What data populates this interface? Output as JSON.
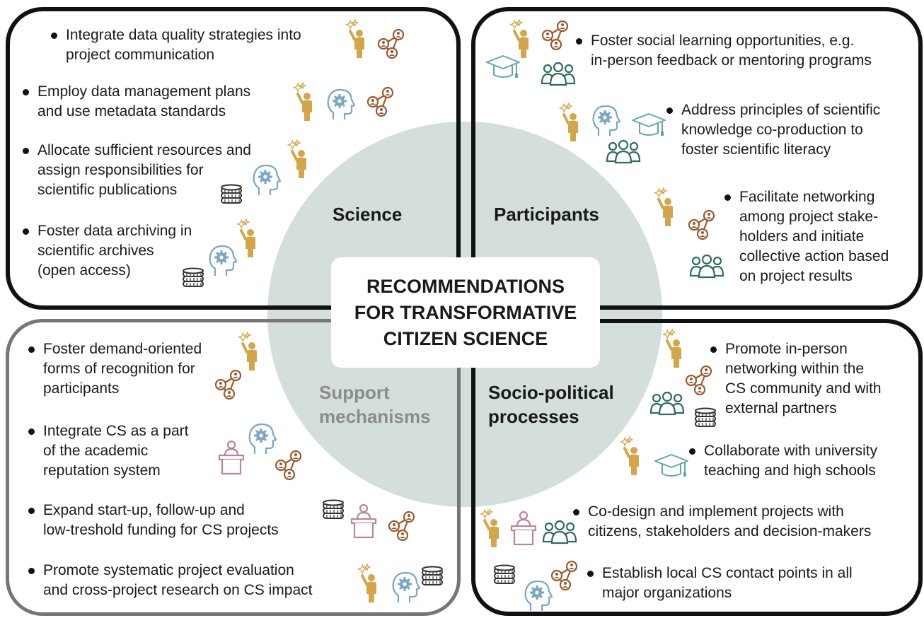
{
  "center_title": [
    "RECOMMENDATIONS",
    "FOR TRANSFORMATIVE",
    "CITIZEN SCIENCE"
  ],
  "quadrants": {
    "science": {
      "title": "Science",
      "items": [
        [
          "Integrate data quality strategies into",
          "project communication"
        ],
        [
          "Employ data management plans",
          "and use metadata standards"
        ],
        [
          "Allocate sufficient resources and",
          "assign responsibilities for",
          "scientific publications"
        ],
        [
          "Foster data archiving in",
          "scientific archives",
          "(open access)"
        ]
      ]
    },
    "participants": {
      "title": "Participants",
      "items": [
        [
          "Foster social learning opportunities, e.g.",
          "in-person feedback or mentoring programs"
        ],
        [
          "Address principles of scientific",
          "knowledge co-production to",
          "foster scientific literacy"
        ],
        [
          "Facilitate networking",
          "among project stake-",
          "holders and initiate",
          "collective action based",
          "on project results"
        ]
      ]
    },
    "support": {
      "title": [
        "Support",
        "mechanisms"
      ],
      "items": [
        [
          "Foster demand-oriented",
          "forms of recognition for",
          "participants"
        ],
        [
          "Integrate CS as a part",
          "of the academic",
          "reputation system"
        ],
        [
          "Expand start-up, follow-up and",
          "low-treshold funding for CS projects"
        ],
        [
          "Promote systematic project evaluation",
          "and cross-project research on CS impact"
        ]
      ]
    },
    "socio": {
      "title": [
        "Socio-political",
        "processes"
      ],
      "items": [
        [
          "Promote in-person",
          "networking within the",
          "CS community and with",
          "external partners"
        ],
        [
          "Collaborate with university",
          "teaching and high schools"
        ],
        [
          "Co-design and implement projects with",
          "citizens, stakeholders and decision-makers"
        ],
        [
          "Establish local CS contact points in all",
          "major organizations"
        ]
      ]
    }
  },
  "colors": {
    "person": "#d4a64a",
    "network": "#9a5a2f",
    "head": "#7aa7c4",
    "coins": "#333333",
    "cap": "#5fa9a3",
    "group": "#2e6b5e",
    "podium": "#b9879a",
    "circle": "#d3dedd",
    "support_border": "#767676",
    "support_title": "#8c8c8c"
  },
  "icon_names": [
    "person-idea-icon",
    "network-icon",
    "head-gear-icon",
    "coins-icon",
    "graduation-cap-icon",
    "group-icon",
    "podium-icon"
  ]
}
